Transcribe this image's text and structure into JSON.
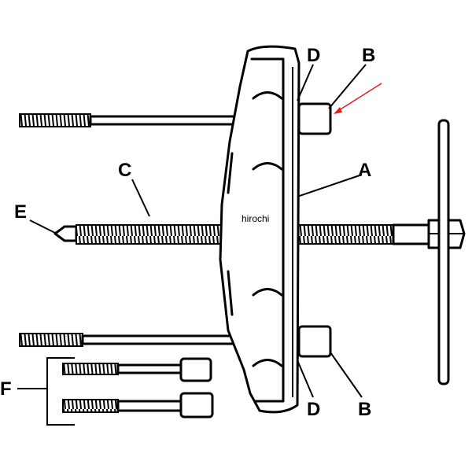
{
  "diagram": {
    "labels": {
      "d_top": "D",
      "b_top": "B",
      "c": "C",
      "a": "A",
      "e": "E",
      "f": "F",
      "d_bottom": "D",
      "b_bottom": "B"
    },
    "watermark": "hirochi",
    "colors": {
      "ink": "#000000",
      "arrow": "#e02020",
      "background": "#ffffff"
    }
  }
}
